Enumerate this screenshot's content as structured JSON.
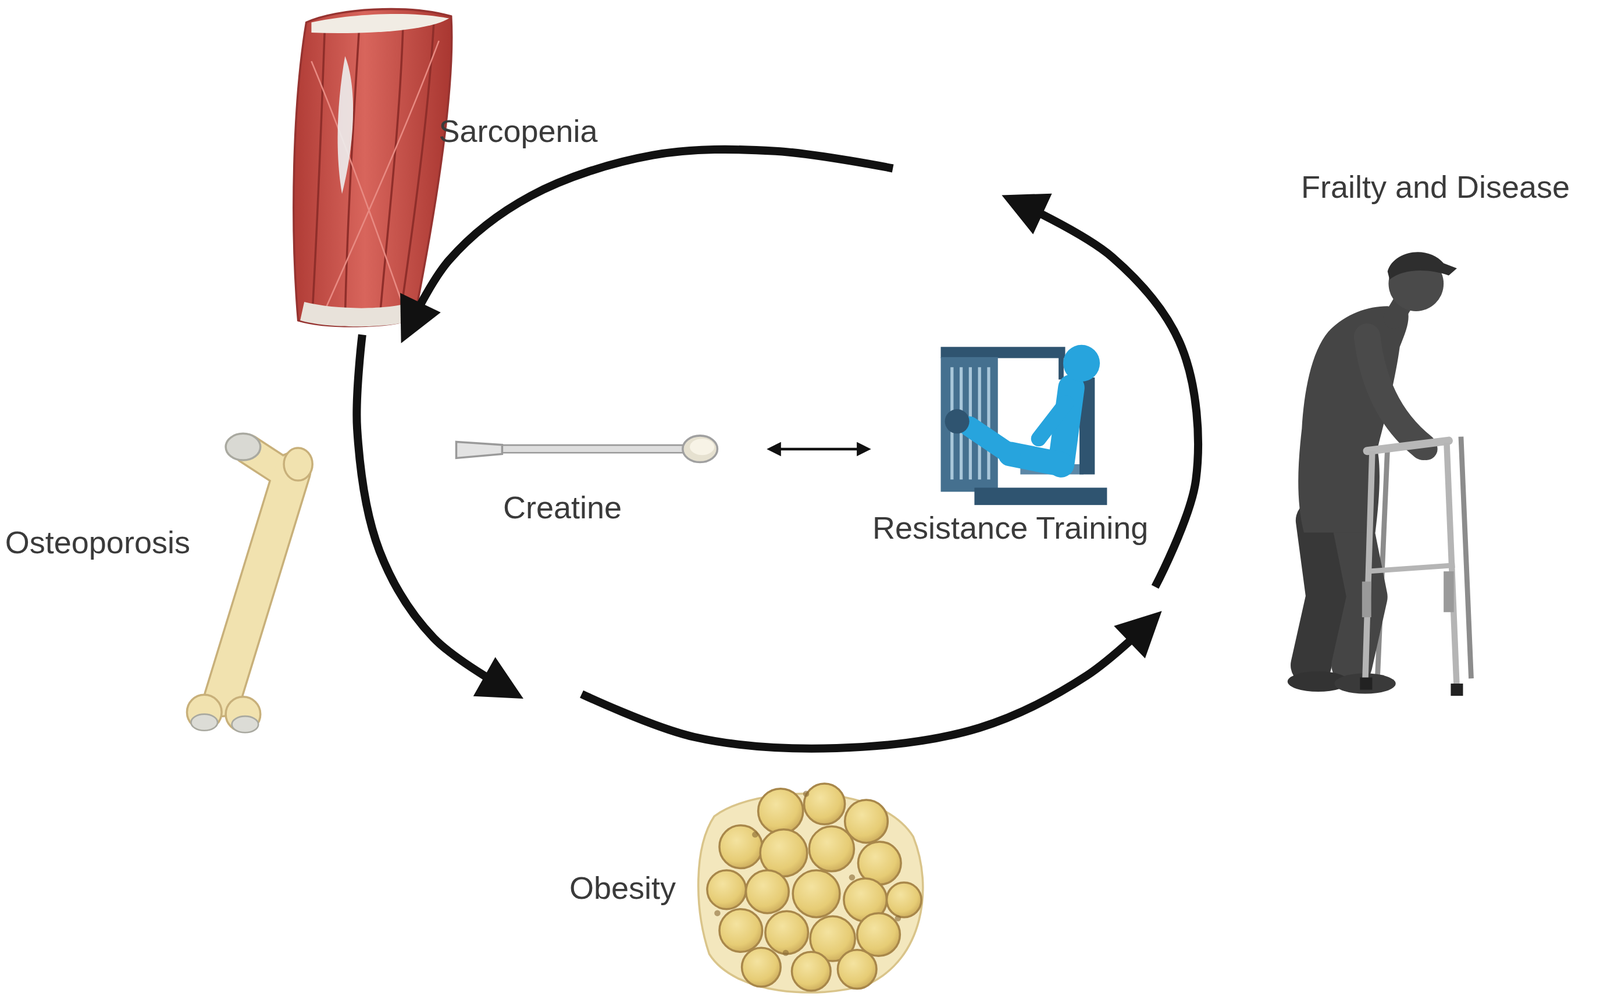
{
  "diagram": {
    "nodes": [
      {
        "text": [
          "Sarcopenia"
        ]
      },
      {
        "text": [
          "Frailty and Disease"
        ]
      },
      {
        "text": [
          "Osteoporosis"
        ]
      },
      {
        "text": [
          "Creatine"
        ]
      },
      {
        "text": [
          "Resistance Training"
        ]
      },
      {
        "text": [
          "Obesity"
        ]
      }
    ],
    "edges": [
      {
        "from": 0,
        "to": 5,
        "arrow": "to"
      },
      {
        "from": 5,
        "to": 1,
        "arrow": "to"
      },
      {
        "from": 1,
        "to": 0,
        "arrow": "to"
      },
      {
        "from": 3,
        "to": 4,
        "arrow": "both"
      }
    ]
  }
}
